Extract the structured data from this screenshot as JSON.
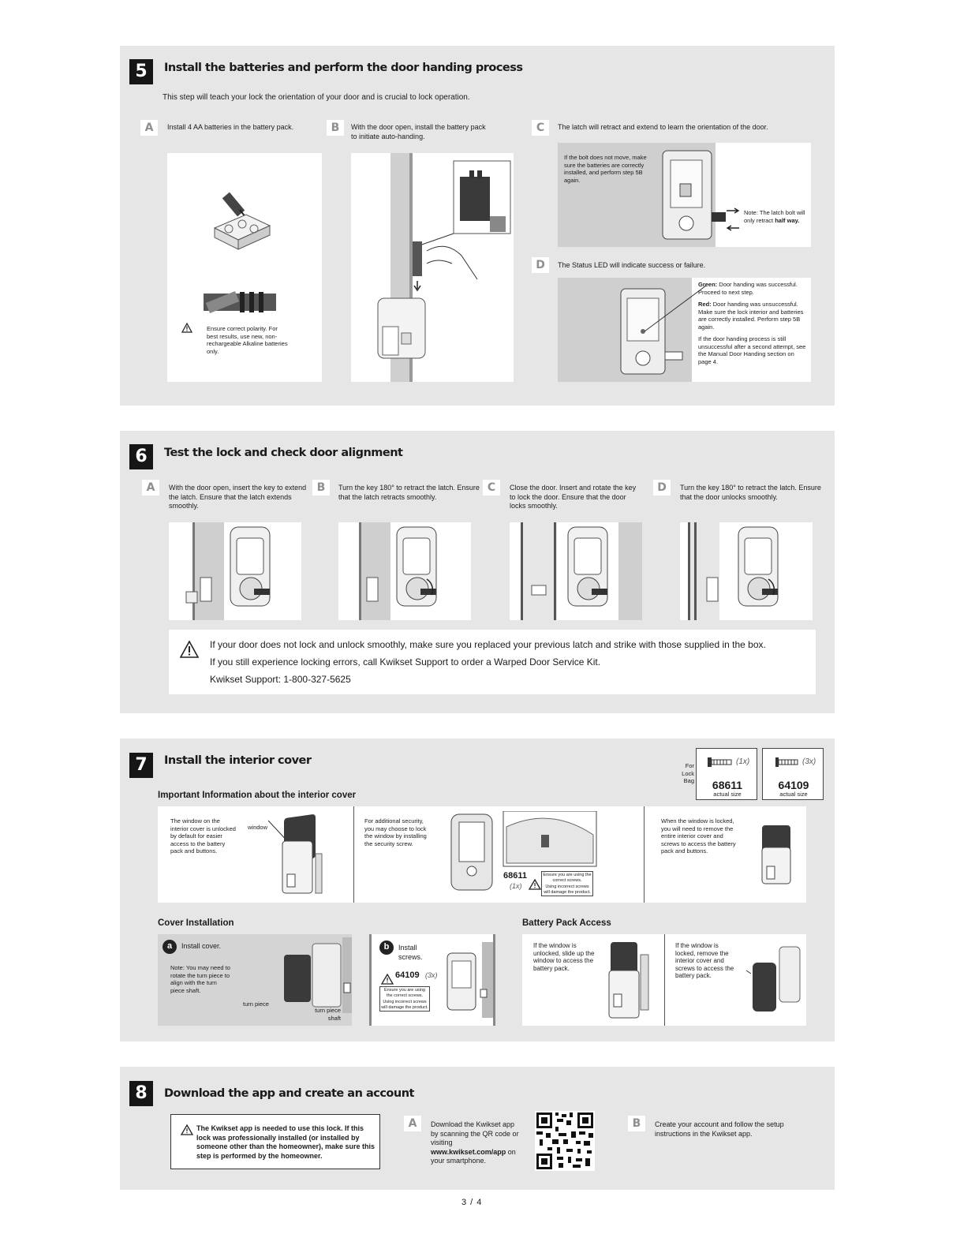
{
  "step5": {
    "number": "5",
    "title": "Install the batteries and perform the door handing process",
    "intro": "This step will teach your lock the orientation of your door and is crucial to lock operation.",
    "A": {
      "letter": "A",
      "text": "Install 4 AA batteries in the battery pack.",
      "warning": "Ensure correct polarity. For best results, use new, non-rechargeable Alkaline batteries only."
    },
    "B": {
      "letter": "B",
      "text": "With the door open, install the battery pack to initiate auto-handing."
    },
    "C": {
      "letter": "C",
      "text": "The latch will retract and extend to learn the orientation of the door.",
      "note_bolt": "If the bolt does not move, make sure the batteries are correctly installed, and perform step 5B again.",
      "note_latch": "Note: The latch bolt will only retract",
      "note_latch_bold": "half way."
    },
    "D": {
      "letter": "D",
      "text": "The Status LED will indicate success or failure.",
      "green_label": "Green:",
      "green_text": "Door handing was successful. Proceed to next step.",
      "red_label": "Red:",
      "red_text": "Door handing was unsuccessful. Make sure the lock interior and batteries are correctly installed. Perform step 5B again.",
      "retry_text": "If the door handing process is still unsuccessful after a second attempt, see the Manual Door Handing section on page 4."
    }
  },
  "step6": {
    "number": "6",
    "title": "Test the lock and check door alignment",
    "items": [
      {
        "letter": "A",
        "text": "With the door open, insert the key to extend the latch. Ensure that the latch extends smoothly."
      },
      {
        "letter": "B",
        "text": "Turn the key 180° to retract the latch. Ensure that the latch retracts smoothly."
      },
      {
        "letter": "C",
        "text": "Close the door. Insert and rotate the key to lock the door. Ensure that the door locks smoothly."
      },
      {
        "letter": "D",
        "text": "Turn the key 180° to retract the latch. Ensure that the door unlocks smoothly."
      }
    ],
    "warning_line1": "If your door does not lock and unlock smoothly, make sure you replaced your previous latch and strike with those supplied in the box.",
    "warning_line2": "If you still experience locking errors, call Kwikset Support to order a Warped Door Service Kit.",
    "warning_line3": "Kwikset Support: 1-800-327-5625"
  },
  "step7": {
    "number": "7",
    "title": "Install the interior cover",
    "bag_label": "For Lock Bag",
    "screw1": {
      "qty": "(1x)",
      "part": "68611",
      "size": "actual size"
    },
    "screw2": {
      "qty": "(3x)",
      "part": "64109",
      "size": "actual size"
    },
    "important_heading": "Important Information about the interior cover",
    "window_text": "The window on the interior cover is unlocked by default for easier access to the battery pack and buttons.",
    "window_label": "window",
    "security_text": "For additional security, you may choose to lock the window by installing the security screw.",
    "security_part": "68611",
    "security_qty": "(1x)",
    "security_warn1": "Ensure you are using the correct screws.",
    "security_warn2": "Using incorrect screws will damage the product.",
    "locked_text": "When the window is locked, you will need to remove the entire interior cover and screws to access the battery pack and buttons.",
    "cover_heading": "Cover Installation",
    "cover_a_badge": "a",
    "cover_a": "Install cover.",
    "cover_a_note": "Note: You may need to rotate the turn piece to align with the turn piece shaft.",
    "turn_piece": "turn piece",
    "turn_piece_shaft": "turn piece shaft",
    "cover_b_badge": "b",
    "cover_b": "Install screws.",
    "cover_b_part": "64109",
    "cover_b_qty": "(3x)",
    "cover_b_warn1": "Ensure you are using the correct screws.",
    "cover_b_warn2": "Using incorrect screws will damage the product.",
    "battery_heading": "Battery Pack Access",
    "battery_unlocked": "If the window is unlocked, slide up the window to access the battery pack.",
    "battery_locked": "If the window is locked, remove the interior cover and screws to access the battery pack."
  },
  "step8": {
    "number": "8",
    "title": "Download the app and create an account",
    "warning": "The Kwikset app is needed to use this lock. If this lock was professionally installed (or installed by someone other than the homeowner), make sure this step is performed by the homeowner.",
    "A": {
      "letter": "A",
      "text1": "Download the Kwikset app by scanning the QR code or visiting",
      "url": "www.kwikset.com/app",
      "text2": "on your smartphone."
    },
    "B": {
      "letter": "B",
      "text": "Create your account and follow the setup instructions in the Kwikset app."
    }
  },
  "page_number": "3 / 4"
}
